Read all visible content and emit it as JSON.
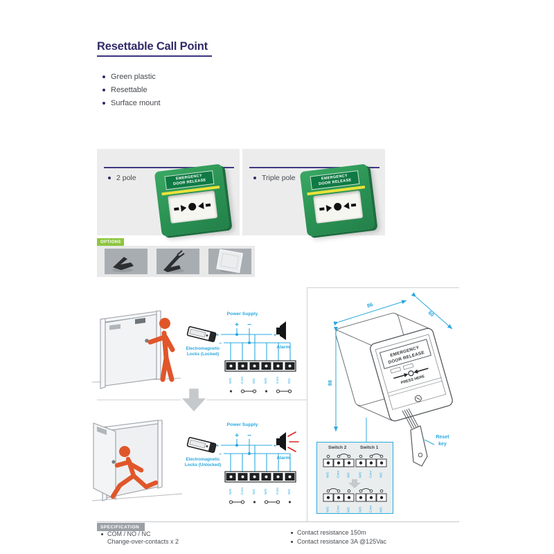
{
  "header": {
    "title": "Resettable Call Point",
    "features": [
      "Green plastic",
      "Resettable",
      "Surface mount"
    ]
  },
  "products": {
    "variants": [
      {
        "label": "2 pole"
      },
      {
        "label": "Triple pole"
      }
    ],
    "badge_line1": "EMERGENCY",
    "badge_line2": "DOOR RELEASE"
  },
  "options": {
    "label": "OPTIONS"
  },
  "wiring": {
    "locked": {
      "power_supply": "Power Supply",
      "plus": "+",
      "minus": "−",
      "lock_line1": "Electromagnetic",
      "lock_line2": "Locks (Locked)",
      "alarm": "Alarm",
      "terminals": [
        "N/O",
        "Com",
        "N/C",
        "N/O",
        "Com",
        "N/C"
      ]
    },
    "unlocked": {
      "power_supply": "Power Supply",
      "plus": "+",
      "minus": "−",
      "lock_line1": "Electromagnetic",
      "lock_line2": "Locks (Unlocked)",
      "alarm": "Alarm",
      "terminals": [
        "N/O",
        "Com",
        "N/C",
        "N/O",
        "Com",
        "N/C"
      ]
    }
  },
  "drawing": {
    "dim_width": "86",
    "dim_depth": "60",
    "dim_height": "88",
    "badge_line1": "EMERGENCY",
    "badge_line2": "DOOR RELEASE",
    "press_here": "PRESS HERE",
    "reset_key_line1": "Reset",
    "reset_key_line2": "key",
    "switch2": "Switch 2",
    "switch1": "Switch 1",
    "terminals": [
      "N/O",
      "Com",
      "N/C",
      "N/O",
      "Com",
      "N/C"
    ]
  },
  "specification": {
    "label": "SPECIFICATION",
    "left_item_line1": "COM / NO / NC",
    "left_item_line2": "Change-over-contacts x 2",
    "right_items": [
      "Contact resistance 150m",
      "Contact resistance 3A @125Vac"
    ]
  },
  "colors": {
    "accent_cyan": "#29a8df",
    "navy": "#312a69",
    "options_green": "#8dc63f",
    "person_orange": "#e0562a",
    "product_green": "#2e9d57",
    "alarm_red": "#e02525"
  }
}
